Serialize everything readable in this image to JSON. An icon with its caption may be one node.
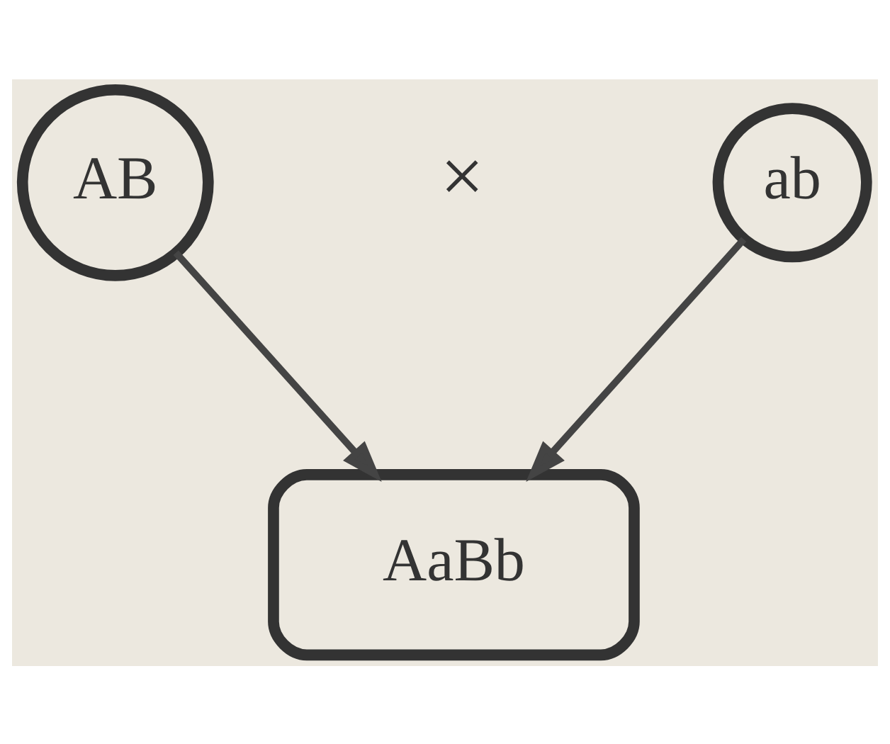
{
  "diagram": {
    "nodes": [
      {
        "text": [
          "AB"
        ]
      },
      {
        "text": [
          "ab"
        ]
      },
      {
        "text": [
          "AaBb"
        ]
      }
    ],
    "edges": [
      {
        "from": 0,
        "to": 2,
        "arrow": "to"
      },
      {
        "from": 1,
        "to": 2,
        "arrow": "to"
      }
    ],
    "labels": [
      "×"
    ]
  }
}
